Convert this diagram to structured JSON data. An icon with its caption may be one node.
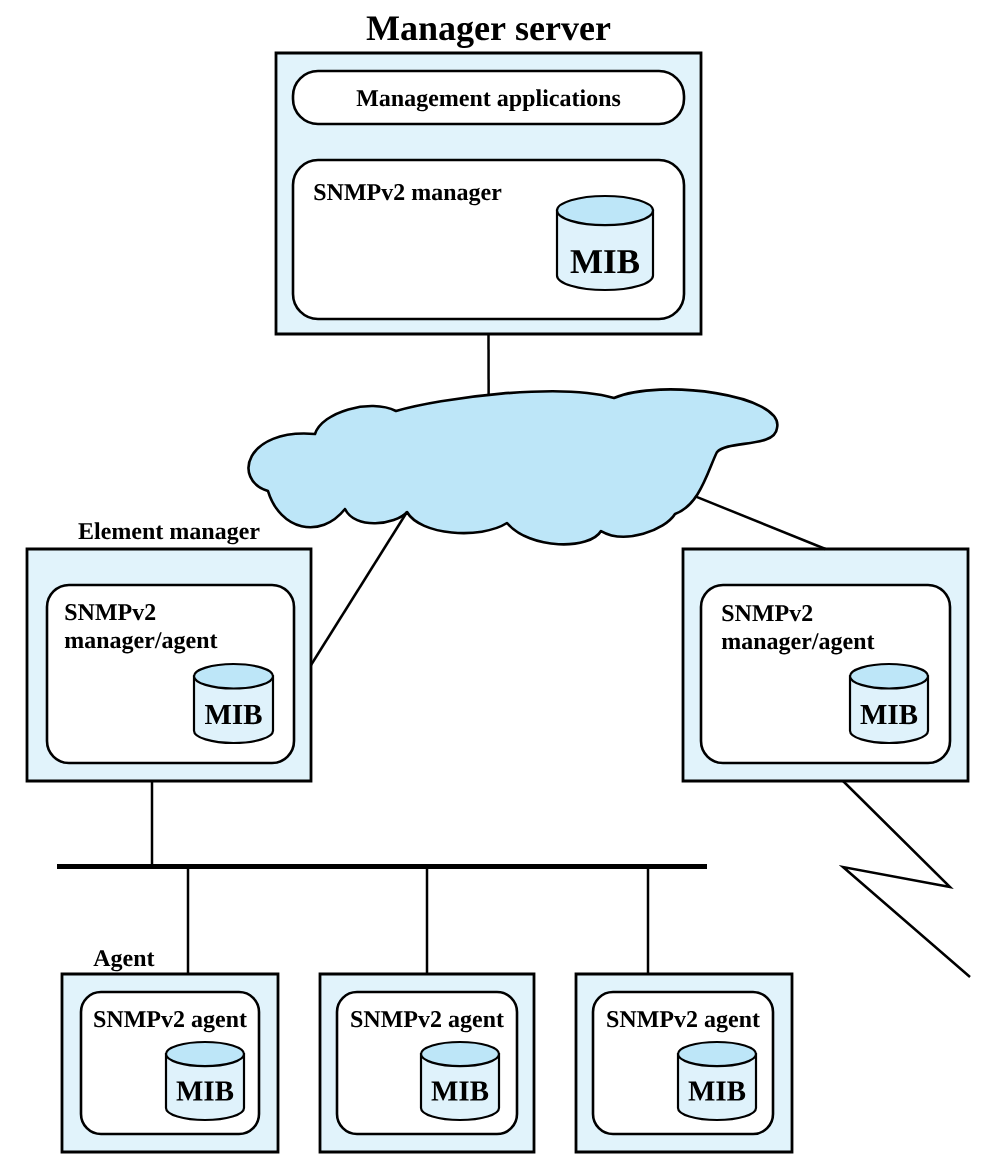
{
  "diagram": {
    "nodes": [
      {
        "text": [
          "Manager server"
        ]
      },
      {
        "text": [
          "Management applications"
        ],
        "in": 0
      },
      {
        "text": [
          "SNMPv2 manager"
        ],
        "in": 0
      },
      {
        "text": [
          "MIB"
        ],
        "in": 2
      },
      {
        "text": [],
        "shape": "cloud"
      },
      {
        "text": [
          "Element manager"
        ]
      },
      {
        "text": [
          "SNMPv2 manager/agent"
        ],
        "in": 5
      },
      {
        "text": [
          "MIB"
        ],
        "in": 6
      },
      {
        "text": [],
        "shape": "box"
      },
      {
        "text": [
          "SNMPv2 manager/agent"
        ],
        "in": 8
      },
      {
        "text": [
          "MIB"
        ],
        "in": 9
      },
      {
        "text": [],
        "shape": "bar"
      },
      {
        "text": [
          "Agent"
        ]
      },
      {
        "text": [
          "SNMPv2 agent"
        ],
        "in": 12
      },
      {
        "text": [
          "MIB"
        ],
        "in": 13
      },
      {
        "text": [],
        "shape": "box"
      },
      {
        "text": [
          "SNMPv2 agent"
        ],
        "in": 15
      },
      {
        "text": [
          "MIB"
        ],
        "in": 16
      },
      {
        "text": [],
        "shape": "box"
      },
      {
        "text": [
          "SNMPv2 agent"
        ],
        "in": 18
      },
      {
        "text": [
          "MIB"
        ],
        "in": 19
      }
    ],
    "edges": [
      {
        "from": 0,
        "to": 4,
        "arrow": "none"
      },
      {
        "from": 4,
        "to": 5,
        "arrow": "none"
      },
      {
        "from": 4,
        "to": 8,
        "arrow": "none"
      },
      {
        "from": 5,
        "to": 11,
        "arrow": "none"
      },
      {
        "from": 11,
        "to": 12,
        "arrow": "none"
      },
      {
        "from": 11,
        "to": 15,
        "arrow": "none"
      },
      {
        "from": 11,
        "to": 18,
        "arrow": "none"
      },
      {
        "from": 8,
        "to": null,
        "arrow": "none"
      }
    ]
  }
}
